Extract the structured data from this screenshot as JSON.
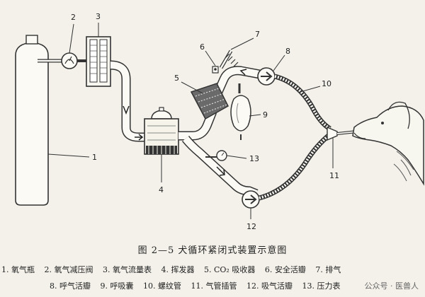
{
  "callouts": [
    "1",
    "2",
    "3",
    "4",
    "5",
    "6",
    "7",
    "8",
    "9",
    "10",
    "11",
    "12",
    "13"
  ],
  "caption": "图 2—5  犬循环紧闭式装置示意图",
  "legend_row1": [
    "1. 氧气瓶",
    "2. 氧气减压阀",
    "3. 氧气流量表",
    "4. 挥发器",
    "5. CO₂ 吸收器",
    "6. 安全活瓣",
    "7. 排气"
  ],
  "legend_row2": [
    "8. 呼气活瓣",
    "9. 呼吸囊",
    "10. 螺纹管",
    "11. 气管插管",
    "12. 吸气活瓣",
    "13. 压力表"
  ],
  "watermark": "公众号 · 医兽人"
}
